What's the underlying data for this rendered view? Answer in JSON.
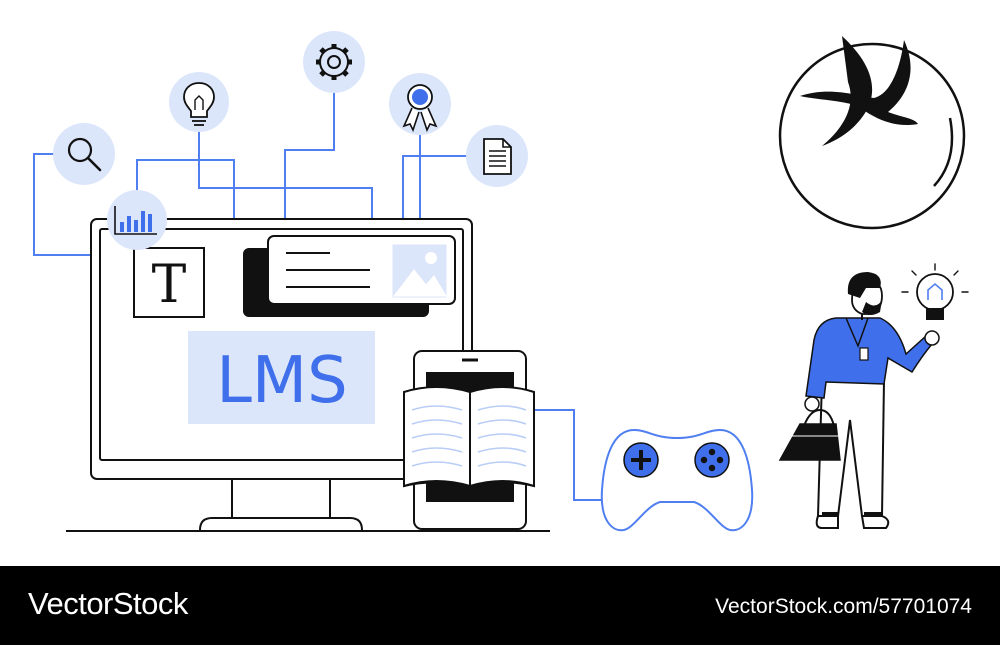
{
  "illustration": {
    "lms_label": "LMS",
    "text_tile_letter": "T"
  },
  "footer": {
    "brand": "VectorStock",
    "url": "VectorStock.com/57701074"
  },
  "colors": {
    "accent_blue": "#3f6fea",
    "light_blue": "#dce6fb",
    "line_blue": "#4f7ff0",
    "ink": "#111111",
    "footer_bg": "#000000"
  },
  "icons": [
    "search-icon",
    "bar-chart-icon",
    "lightbulb-icon",
    "gear-icon",
    "award-ribbon-icon",
    "document-icon",
    "image-icon",
    "book-icon",
    "gamepad-icon",
    "logo-mark"
  ]
}
